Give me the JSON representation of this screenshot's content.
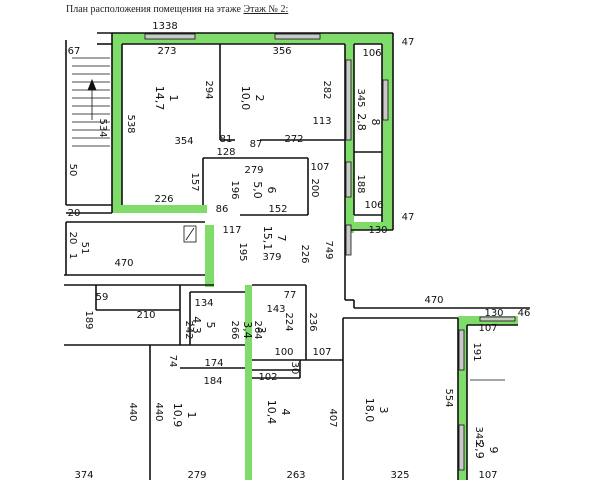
{
  "title": {
    "prefix": "План расположения помещения на этаже ",
    "floor_label": "Этаж № 2:"
  },
  "colors": {
    "wall_highlight": "#7fdc6a",
    "wall_line": "#111111",
    "window": "#c9c9c9",
    "paper": "#ffffff"
  },
  "rooms": [
    {
      "id": "room-1-top",
      "number": "1",
      "area": "14,7"
    },
    {
      "id": "room-2",
      "number": "2",
      "area": "10,0"
    },
    {
      "id": "room-8",
      "number": "8",
      "area": "2,8"
    },
    {
      "id": "room-6",
      "number": "6",
      "area": "5,0"
    },
    {
      "id": "room-7",
      "number": "7",
      "area": "15,1"
    },
    {
      "id": "room-5",
      "number": "5",
      "area": "4,3"
    },
    {
      "id": "room-3-small",
      "number": "3",
      "area": "3,4"
    },
    {
      "id": "room-1-bottom",
      "number": "1",
      "area": "10,9"
    },
    {
      "id": "room-4",
      "number": "4",
      "area": "10,4"
    },
    {
      "id": "room-3-large",
      "number": "3",
      "area": "18,0"
    },
    {
      "id": "room-9",
      "number": "9",
      "area": "2,9"
    }
  ],
  "dimensions": {
    "horizontal": [
      "1338",
      "273",
      "356",
      "106",
      "47",
      "67",
      "81",
      "128",
      "87",
      "272",
      "113",
      "279",
      "107",
      "226",
      "152",
      "86",
      "106",
      "47",
      "117",
      "130",
      "470",
      "470",
      "130",
      "46",
      "134",
      "210",
      "143",
      "107",
      "100",
      "107",
      "174",
      "184",
      "102",
      "374",
      "279",
      "263",
      "325",
      "107",
      "59",
      "20"
    ],
    "vertical": [
      "538",
      "294",
      "282",
      "345",
      "354",
      "534",
      "157",
      "196",
      "200",
      "188",
      "195",
      "379",
      "226",
      "749",
      "50",
      "51",
      "20",
      "1",
      "189",
      "242",
      "266",
      "264",
      "224",
      "236",
      "191",
      "554",
      "440",
      "440",
      "407",
      "345",
      "74",
      "30",
      "77"
    ]
  }
}
